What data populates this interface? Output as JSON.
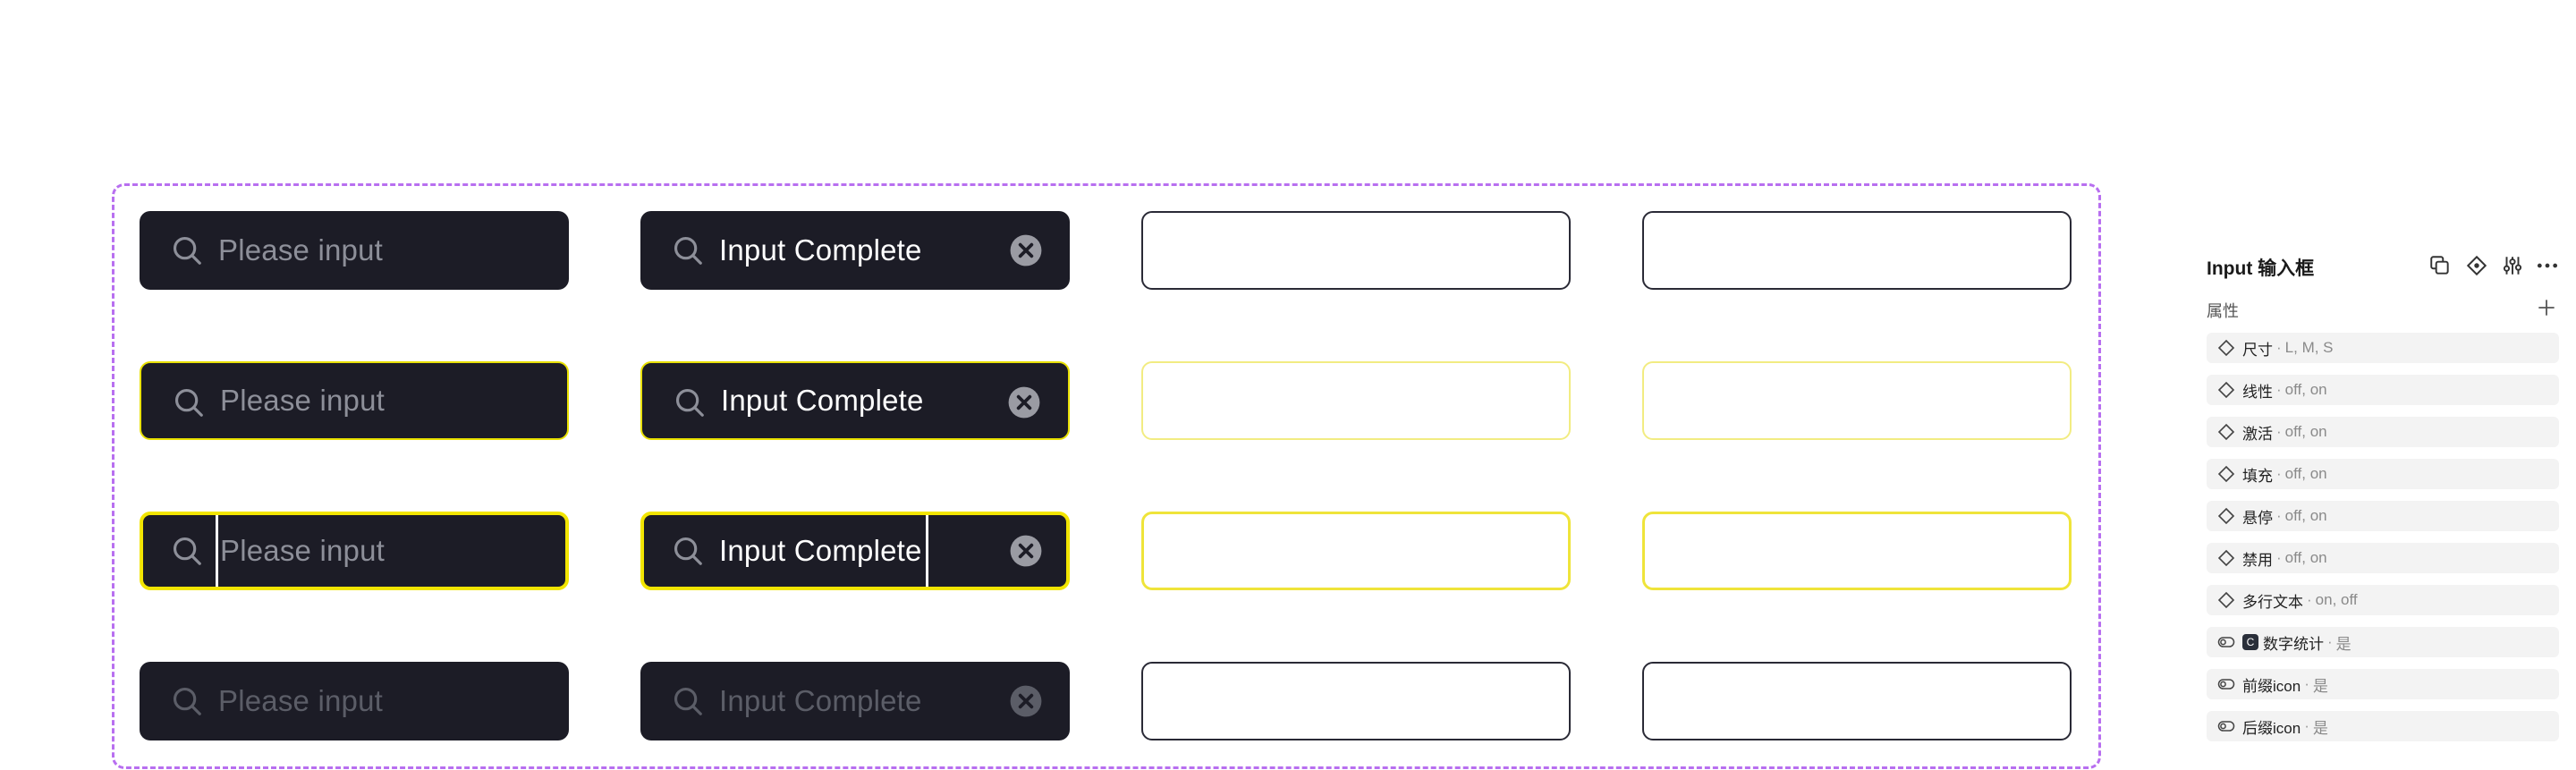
{
  "inputs": {
    "placeholder": "Please input",
    "value": "Input Complete"
  },
  "panel": {
    "title": "Input 输入框",
    "section": "属性",
    "props": [
      {
        "name": "尺寸",
        "values": "L, M, S",
        "kind": "variant"
      },
      {
        "name": "线性",
        "values": "off, on",
        "kind": "variant"
      },
      {
        "name": "激活",
        "values": "off, on",
        "kind": "variant"
      },
      {
        "name": "填充",
        "values": "off, on",
        "kind": "variant"
      },
      {
        "name": "悬停",
        "values": "off, on",
        "kind": "variant"
      },
      {
        "name": "禁用",
        "values": "off, on",
        "kind": "variant"
      },
      {
        "name": "多行文本",
        "values": "on, off",
        "kind": "variant"
      },
      {
        "name": "数字统计",
        "values": "是",
        "kind": "boolean",
        "badge": "C"
      },
      {
        "name": "前缀icon",
        "values": "是",
        "kind": "boolean"
      },
      {
        "name": "后缀icon",
        "values": "是",
        "kind": "boolean"
      }
    ]
  },
  "colors": {
    "frame": "#b86ff0",
    "input_bg": "#1c1c26",
    "focus": "#f2e500"
  }
}
